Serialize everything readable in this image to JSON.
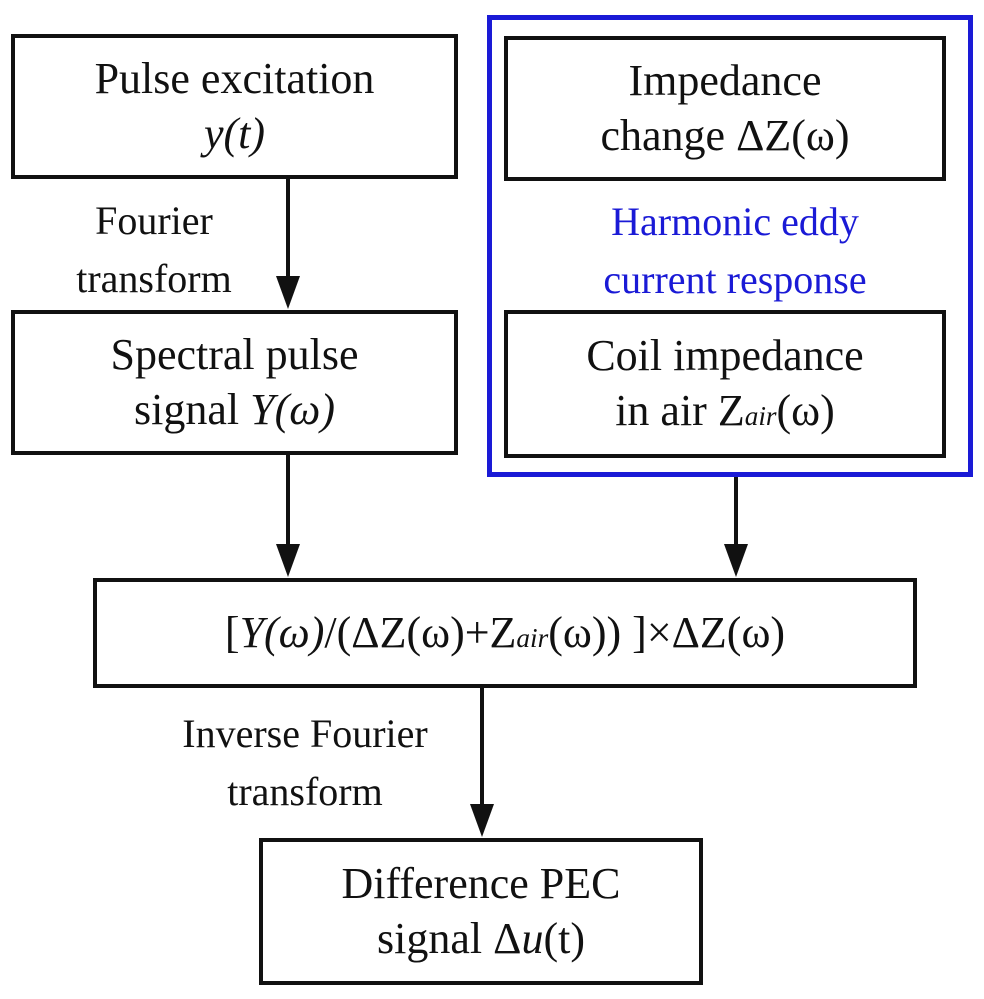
{
  "boxes": {
    "pulse_excitation": {
      "line1": "Pulse excitation",
      "line2": "y(t)"
    },
    "spectral_pulse": {
      "line1": "Spectral pulse",
      "line2_prefix": "signal ",
      "line2_var": "Y(ω)"
    },
    "impedance_change": {
      "line1": "Impedance",
      "line2": "change ΔZ(ω)"
    },
    "coil_impedance": {
      "line1": "Coil impedance",
      "line2_prefix": "in air Z",
      "line2_sub": "air",
      "line2_suffix": "(ω)"
    },
    "formula": {
      "p1": "[",
      "p2": "Y(ω)",
      "p3": "/(ΔZ(ω)+Z",
      "p4": "air",
      "p5": "(ω)) ]×ΔZ(ω)"
    },
    "difference_pec": {
      "line1": "Difference PEC",
      "line2_prefix": "signal Δ",
      "line2_var": "u",
      "line2_suffix": "(t)"
    }
  },
  "labels": {
    "fourier": {
      "line1": "Fourier",
      "line2": "transform"
    },
    "inverse_fourier": {
      "line1": "Inverse Fourier",
      "line2": "transform"
    },
    "harmonic": {
      "line1": "Harmonic eddy",
      "line2": "current response"
    }
  },
  "colors": {
    "frame": "#1a1ad6",
    "lines": "#111111"
  }
}
